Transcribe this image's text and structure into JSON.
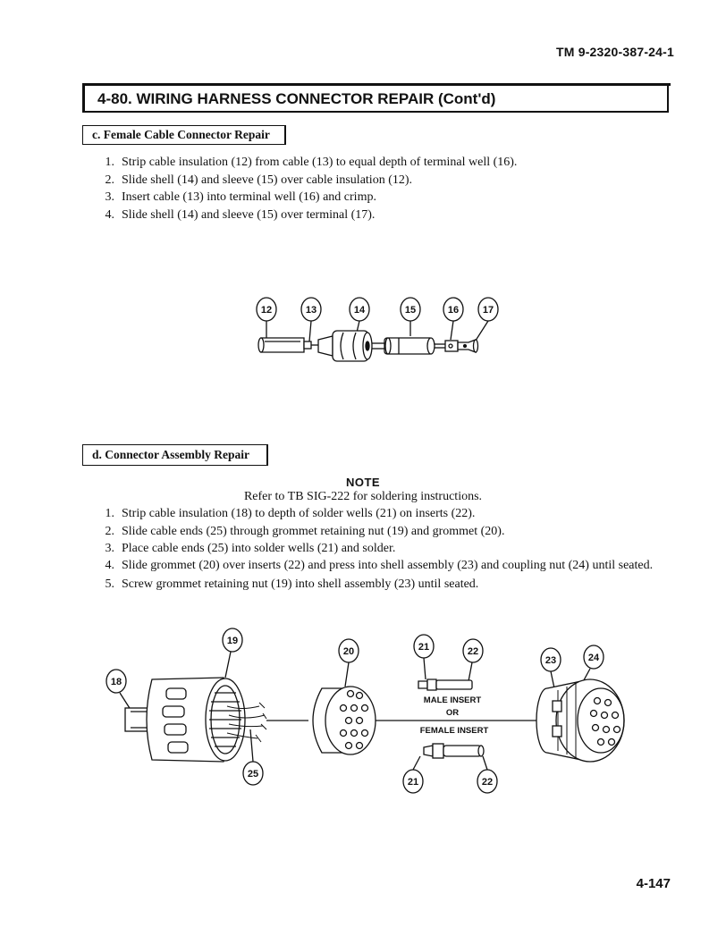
{
  "header": {
    "tm_number": "TM 9-2320-387-24-1"
  },
  "section_title": "4-80. WIRING HARNESS CONNECTOR REPAIR (Cont'd)",
  "section_c": {
    "label": "c. Female Cable Connector Repair",
    "steps": [
      {
        "num": "1.",
        "text": "Strip cable insulation (12) from cable (13) to equal depth of terminal well (16)."
      },
      {
        "num": "2.",
        "text": "Slide shell (14) and sleeve (15) over cable insulation (12)."
      },
      {
        "num": "3.",
        "text": "Insert cable (13) into terminal well (16) and crimp."
      },
      {
        "num": "4.",
        "text": "Slide shell (14) and sleeve (15) over terminal (17)."
      }
    ],
    "figure_callouts": [
      "12",
      "13",
      "14",
      "15",
      "16",
      "17"
    ]
  },
  "section_d": {
    "label": "d. Connector Assembly Repair",
    "note_title": "NOTE",
    "note_text": "Refer to TB SIG-222 for soldering instructions.",
    "steps": [
      {
        "num": "1.",
        "text": "Strip cable insulation (18) to depth of solder wells (21) on inserts (22)."
      },
      {
        "num": "2.",
        "text": "Slide cable ends (25) through grommet retaining nut (19) and grommet (20)."
      },
      {
        "num": "3.",
        "text": "Place cable ends (25) into solder wells (21) and solder."
      },
      {
        "num": "4.",
        "text": "Slide grommet (20) over inserts (22) and press into shell assembly (23) and coupling nut (24) until seated."
      },
      {
        "num": "5.",
        "text": "Screw grommet retaining nut (19) into shell assembly (23) until seated."
      }
    ],
    "figure_callouts": {
      "c18": "18",
      "c19": "19",
      "c20": "20",
      "c21a": "21",
      "c22a": "22",
      "c23": "23",
      "c24": "24",
      "c25": "25",
      "c21b": "21",
      "c22b": "22"
    },
    "male_insert_label": "MALE INSERT",
    "or_label": "OR",
    "female_insert_label": "FEMALE INSERT"
  },
  "page_number": "4-147"
}
